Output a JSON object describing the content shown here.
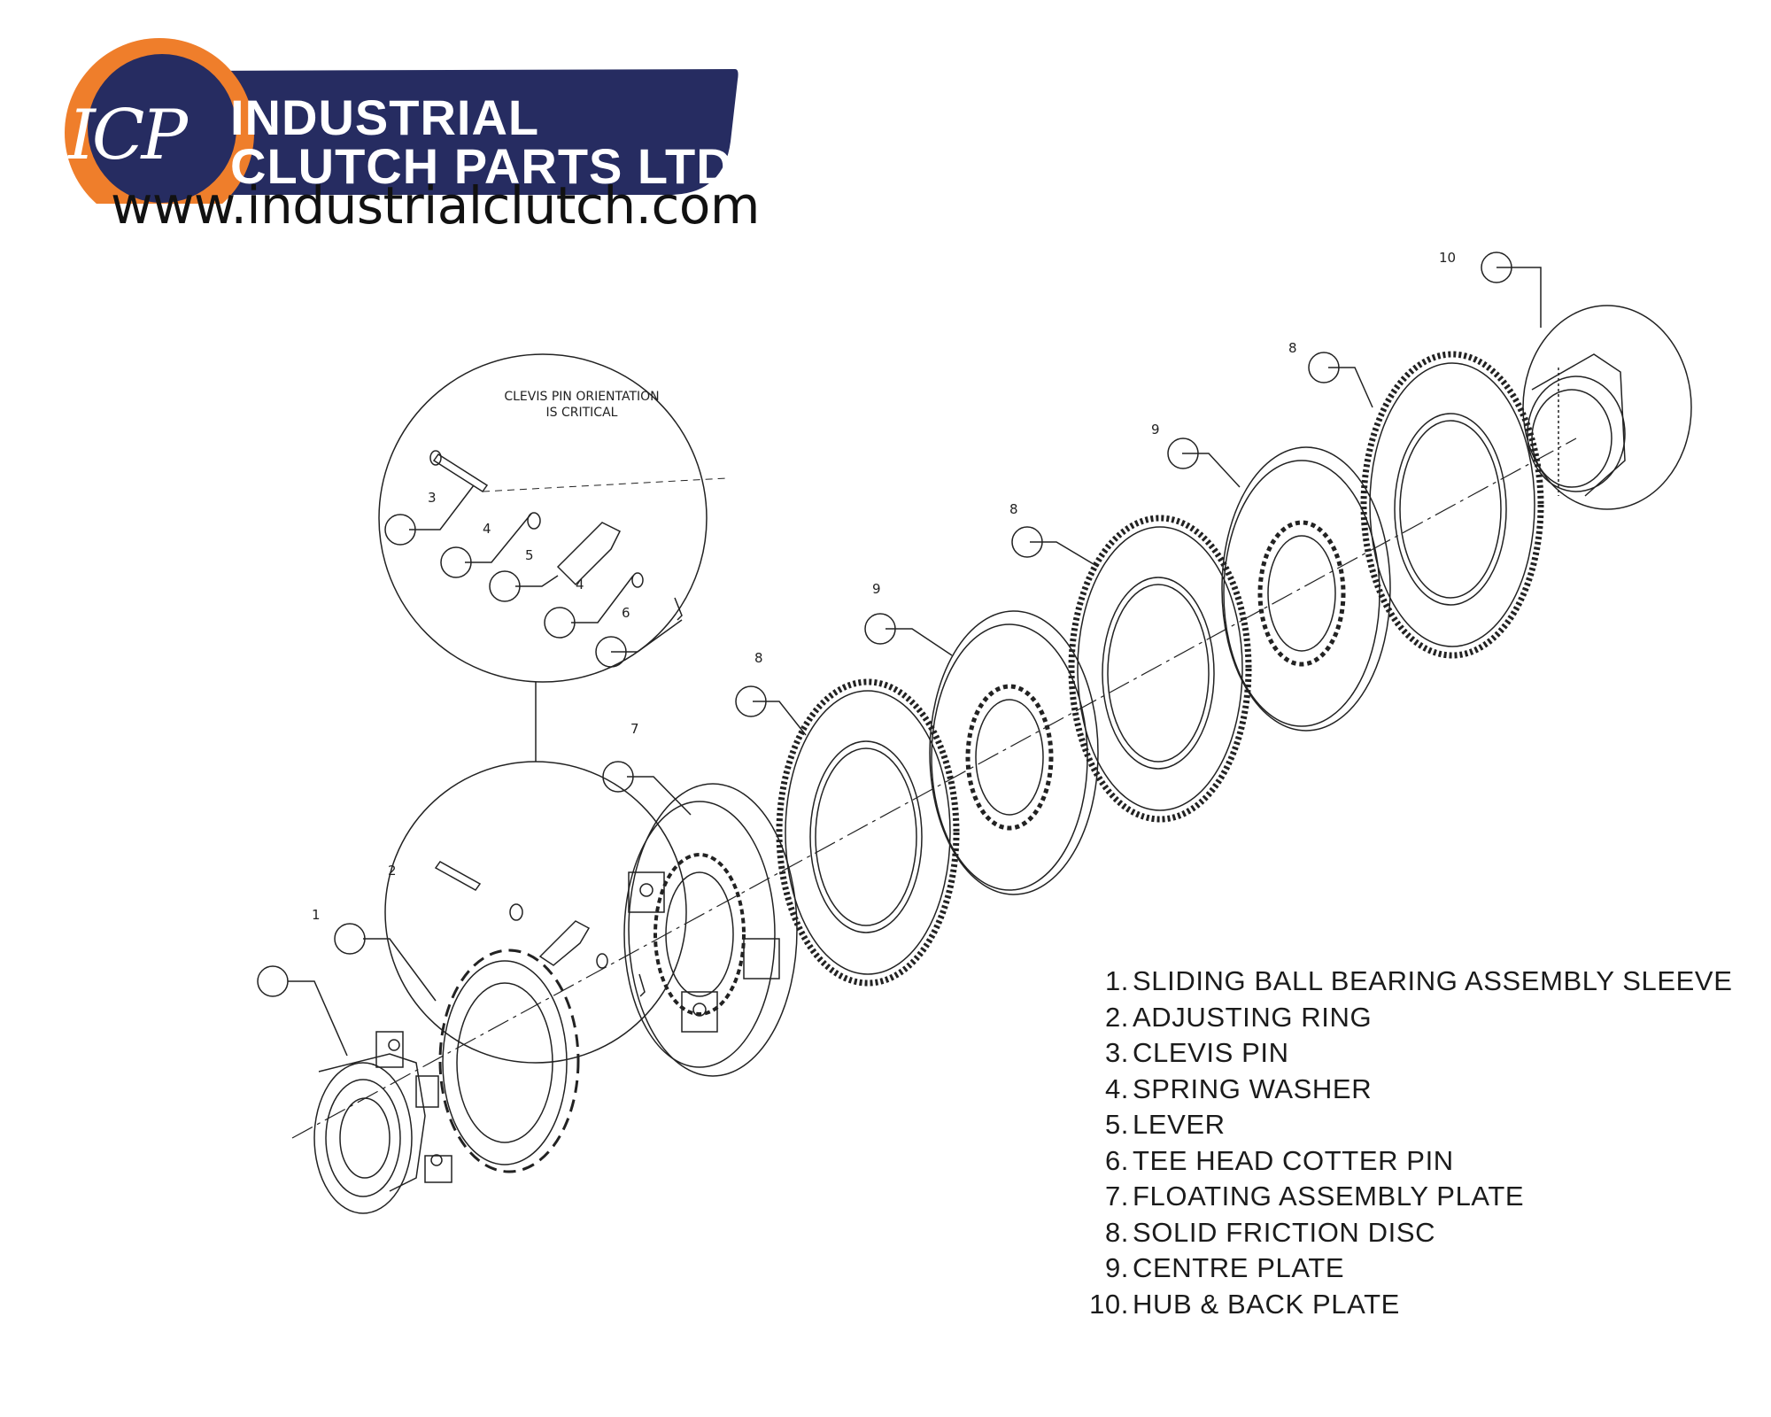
{
  "brand": {
    "logo_text": "ICP",
    "name_line1": "INDUSTRIAL",
    "name_line2": "CLUTCH PARTS LTD",
    "website": "www.industrialclutch.com",
    "colors": {
      "navy": "#262c61",
      "orange": "#ef7e2b"
    }
  },
  "detail_note": {
    "line1": "CLEVIS PIN ORIENTATION",
    "line2": "IS CRITICAL"
  },
  "callouts": [
    "1",
    "2",
    "3",
    "4",
    "5",
    "4",
    "6",
    "7",
    "8",
    "9",
    "8",
    "9",
    "8",
    "10"
  ],
  "parts": [
    {
      "num": "1.",
      "name": "SLIDING BALL BEARING ASSEMBLY SLEEVE"
    },
    {
      "num": "2.",
      "name": "ADJUSTING RING"
    },
    {
      "num": "3.",
      "name": "CLEVIS PIN"
    },
    {
      "num": "4.",
      "name": "SPRING WASHER"
    },
    {
      "num": "5.",
      "name": "LEVER"
    },
    {
      "num": "6.",
      "name": "TEE HEAD COTTER PIN"
    },
    {
      "num": "7.",
      "name": "FLOATING ASSEMBLY PLATE"
    },
    {
      "num": "8.",
      "name": "SOLID FRICTION DISC"
    },
    {
      "num": "9.",
      "name": "CENTRE PLATE"
    },
    {
      "num": "10.",
      "name": "HUB & BACK PLATE"
    }
  ]
}
